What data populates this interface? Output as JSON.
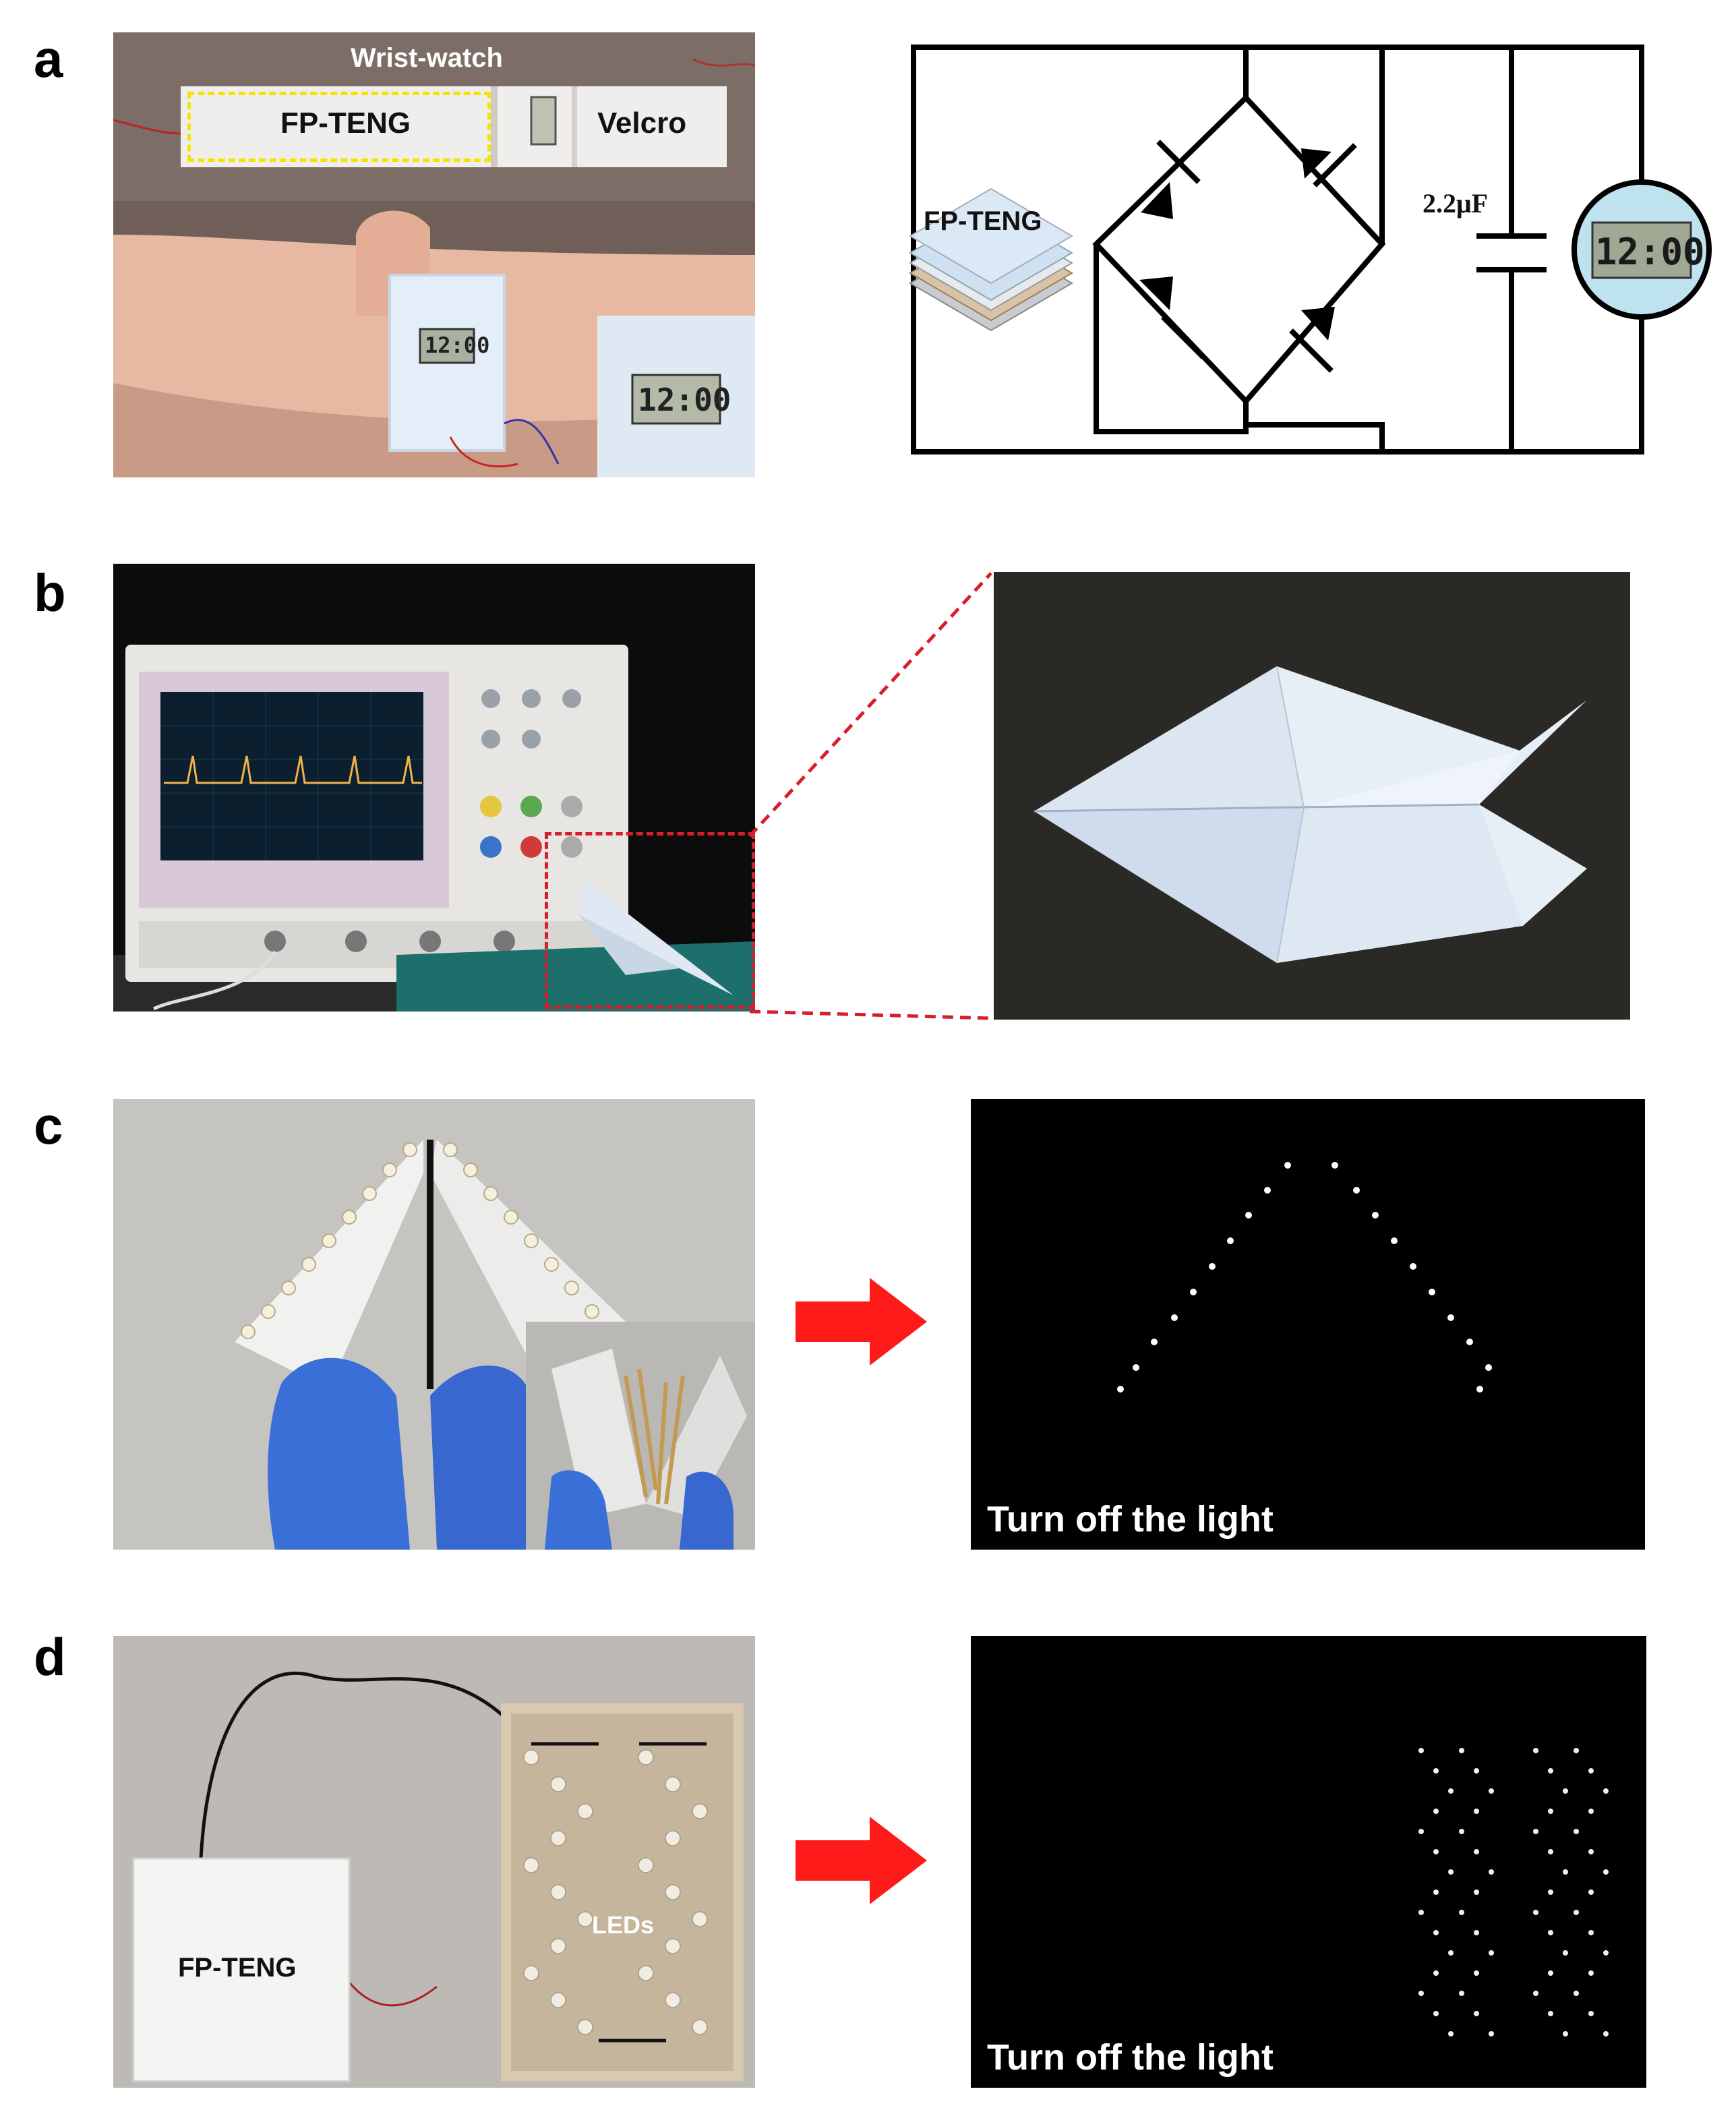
{
  "panels": {
    "a": {
      "letter": "a",
      "watch_title": "Wrist-watch",
      "fp_label": "FP-TENG",
      "velcro_label": "Velcro",
      "lcd_time": "12:00",
      "circuit": {
        "source_label": "FP-TENG",
        "capacitor_label": "2.2μF",
        "display_time": "12:00"
      }
    },
    "b": {
      "letter": "b"
    },
    "c": {
      "letter": "c",
      "dark_caption": "Turn off the light"
    },
    "d": {
      "letter": "d",
      "fp_label": "FP-TENG",
      "led_label": "LEDs",
      "dark_caption": "Turn off the light"
    }
  },
  "colors": {
    "arrow": "#ff1a1a",
    "zoom_box": "#d81e2a",
    "highlight_box": "#f2e600",
    "glove": "#3b6fd8",
    "paper": "#dfe8f3"
  }
}
